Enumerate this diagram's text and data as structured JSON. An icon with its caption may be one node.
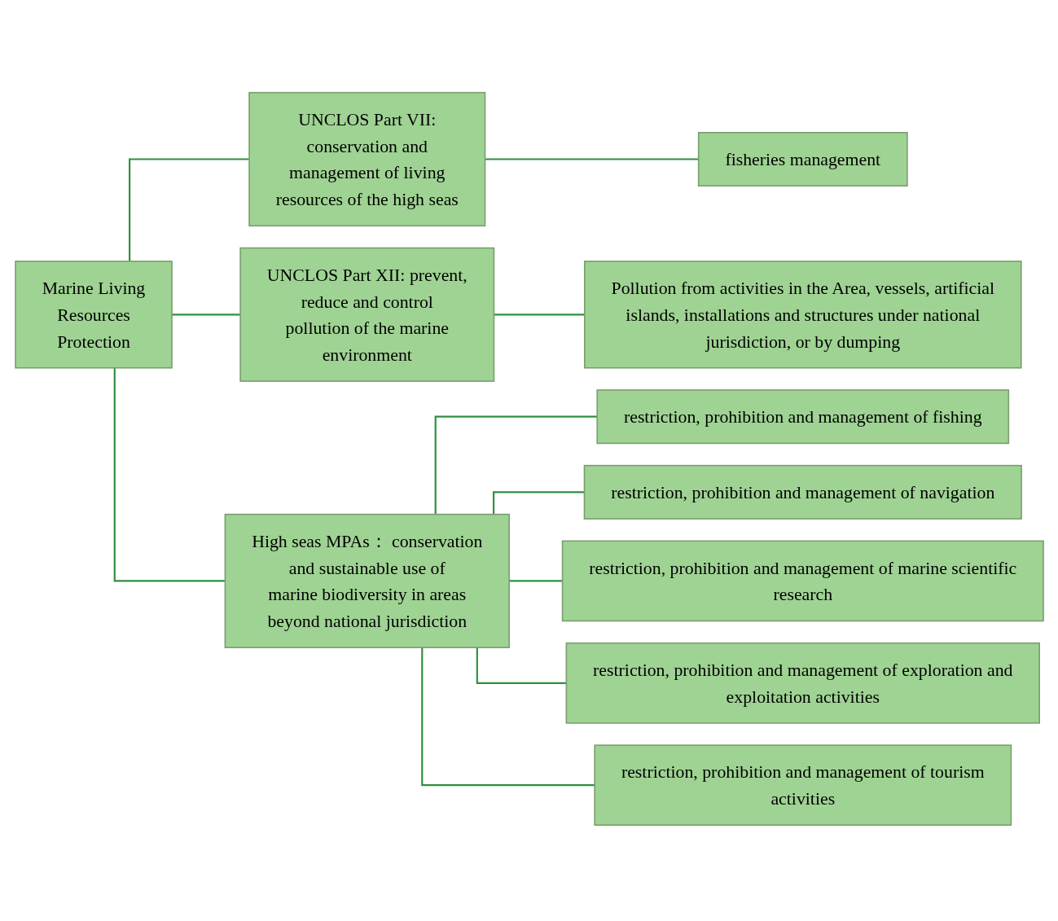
{
  "diagram": {
    "nodes": [
      {
        "text": [
          "Marine Living Resources Protection"
        ]
      },
      {
        "text": [
          "UNCLOS Part VII: conservation and management of living resources of the high seas"
        ]
      },
      {
        "text": [
          "fisheries management"
        ]
      },
      {
        "text": [
          "UNCLOS Part XII: prevent, reduce and control pollution of the marine environment"
        ]
      },
      {
        "text": [
          "Pollution from activities in the Area, vessels, artificial islands, installations and structures under national jurisdiction, or by dumping"
        ]
      },
      {
        "text": [
          "High seas MPAs： conservation and sustainable use of marine biodiversity in areas beyond national jurisdiction"
        ]
      },
      {
        "text": [
          "restriction, prohibition and management of fishing"
        ]
      },
      {
        "text": [
          "restriction, prohibition and management of navigation"
        ]
      },
      {
        "text": [
          "restriction, prohibition and management of marine scientific research"
        ]
      },
      {
        "text": [
          "restriction, prohibition and management of exploration and exploitation activities"
        ]
      },
      {
        "text": [
          "restriction, prohibition and management of tourism activities"
        ]
      }
    ],
    "edges": [
      {
        "from": 0,
        "to": 1,
        "arrow": "none"
      },
      {
        "from": 1,
        "to": 2,
        "arrow": "none"
      },
      {
        "from": 0,
        "to": 3,
        "arrow": "none"
      },
      {
        "from": 3,
        "to": 4,
        "arrow": "none"
      },
      {
        "from": 0,
        "to": 5,
        "arrow": "none"
      },
      {
        "from": 5,
        "to": 6,
        "arrow": "none"
      },
      {
        "from": 5,
        "to": 7,
        "arrow": "none"
      },
      {
        "from": 5,
        "to": 8,
        "arrow": "none"
      },
      {
        "from": 5,
        "to": 9,
        "arrow": "none"
      },
      {
        "from": 5,
        "to": 10,
        "arrow": "none"
      }
    ]
  }
}
